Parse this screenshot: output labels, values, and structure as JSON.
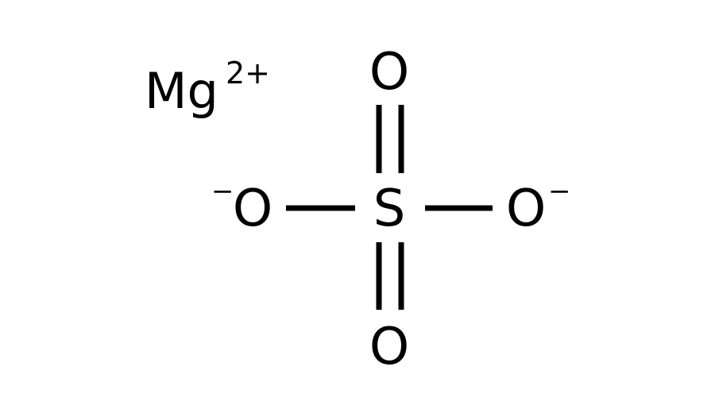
{
  "molecule": {
    "cation": {
      "symbol": "Mg",
      "charge": "2+"
    },
    "center": {
      "symbol": "S"
    },
    "top_oxygen": {
      "symbol": "O"
    },
    "bottom_oxygen": {
      "symbol": "O"
    },
    "left_oxygen": {
      "symbol": "O",
      "charge": "−"
    },
    "right_oxygen": {
      "symbol": "O",
      "charge": "−"
    },
    "bonds": [
      {
        "from": "S",
        "to": "top-O",
        "order": 2
      },
      {
        "from": "S",
        "to": "bottom-O",
        "order": 2
      },
      {
        "from": "S",
        "to": "left-O",
        "order": 1
      },
      {
        "from": "S",
        "to": "right-O",
        "order": 1
      }
    ]
  }
}
